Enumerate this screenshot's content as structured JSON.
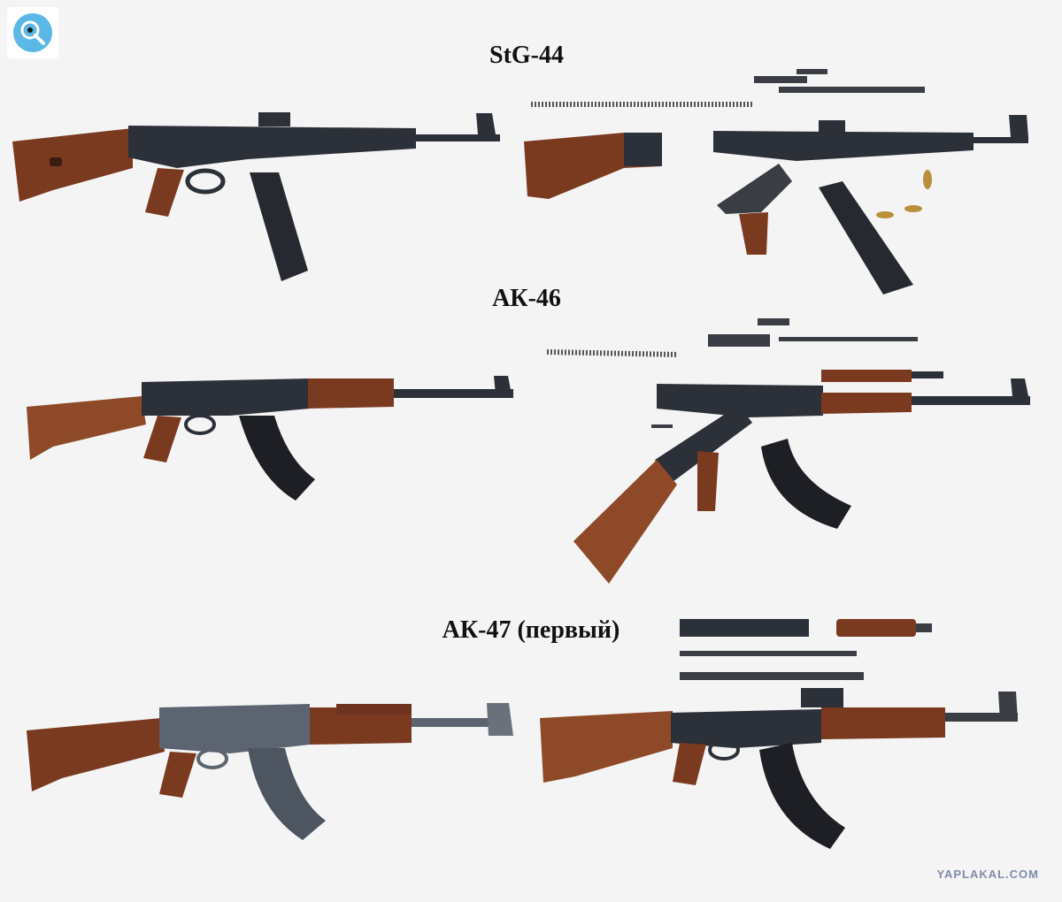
{
  "titles": {
    "stg44": "StG-44",
    "ak46": "АК-46",
    "ak47": "АК-47 (первый)"
  },
  "watermark": "YAPLAKAL.COM",
  "icons": {
    "zoom": "magnifier-icon"
  },
  "colors": {
    "steel": "#2c3038",
    "steel_dark": "#1d1f24",
    "wood": "#7a3a20",
    "wood_light": "#8e4a28",
    "accent_zoom": "#5bb8e6"
  }
}
